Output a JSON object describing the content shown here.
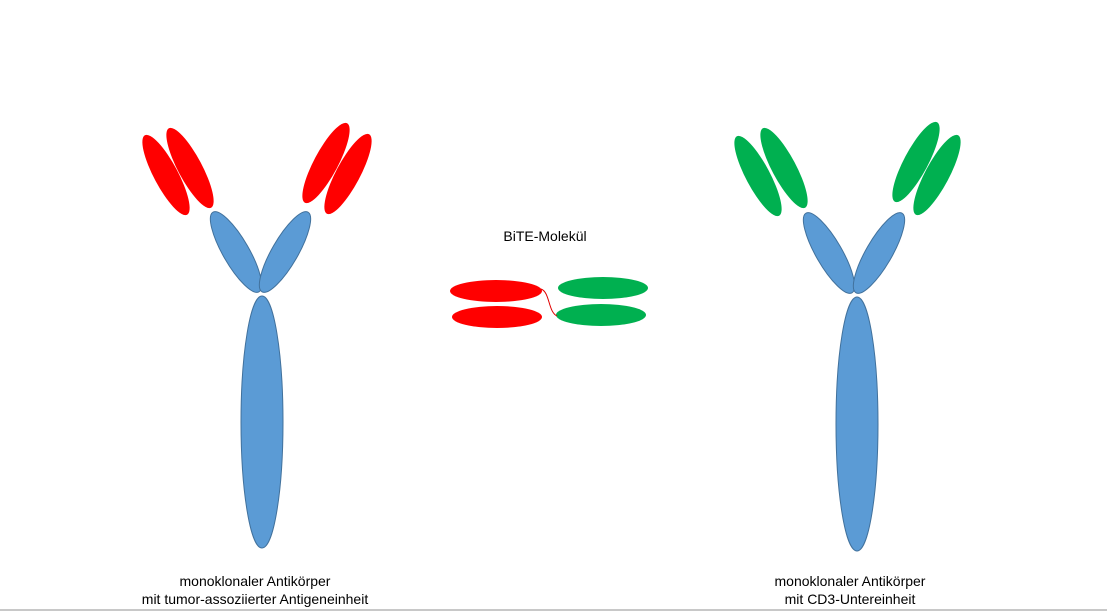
{
  "title": "BiTE-Molekül",
  "left_antibody": {
    "line1": "monoklonaler Antikörper",
    "line2": "mit tumor-assoziierter Antigeneinheit"
  },
  "right_antibody": {
    "line1": "monoklonaler Antikörper",
    "line2": "mit CD3-Untereinheit"
  },
  "colors": {
    "body": "#5b9bd5",
    "body_stroke": "#41719c",
    "tumor_binding": "#ff0000",
    "cd3_binding": "#00b050"
  }
}
